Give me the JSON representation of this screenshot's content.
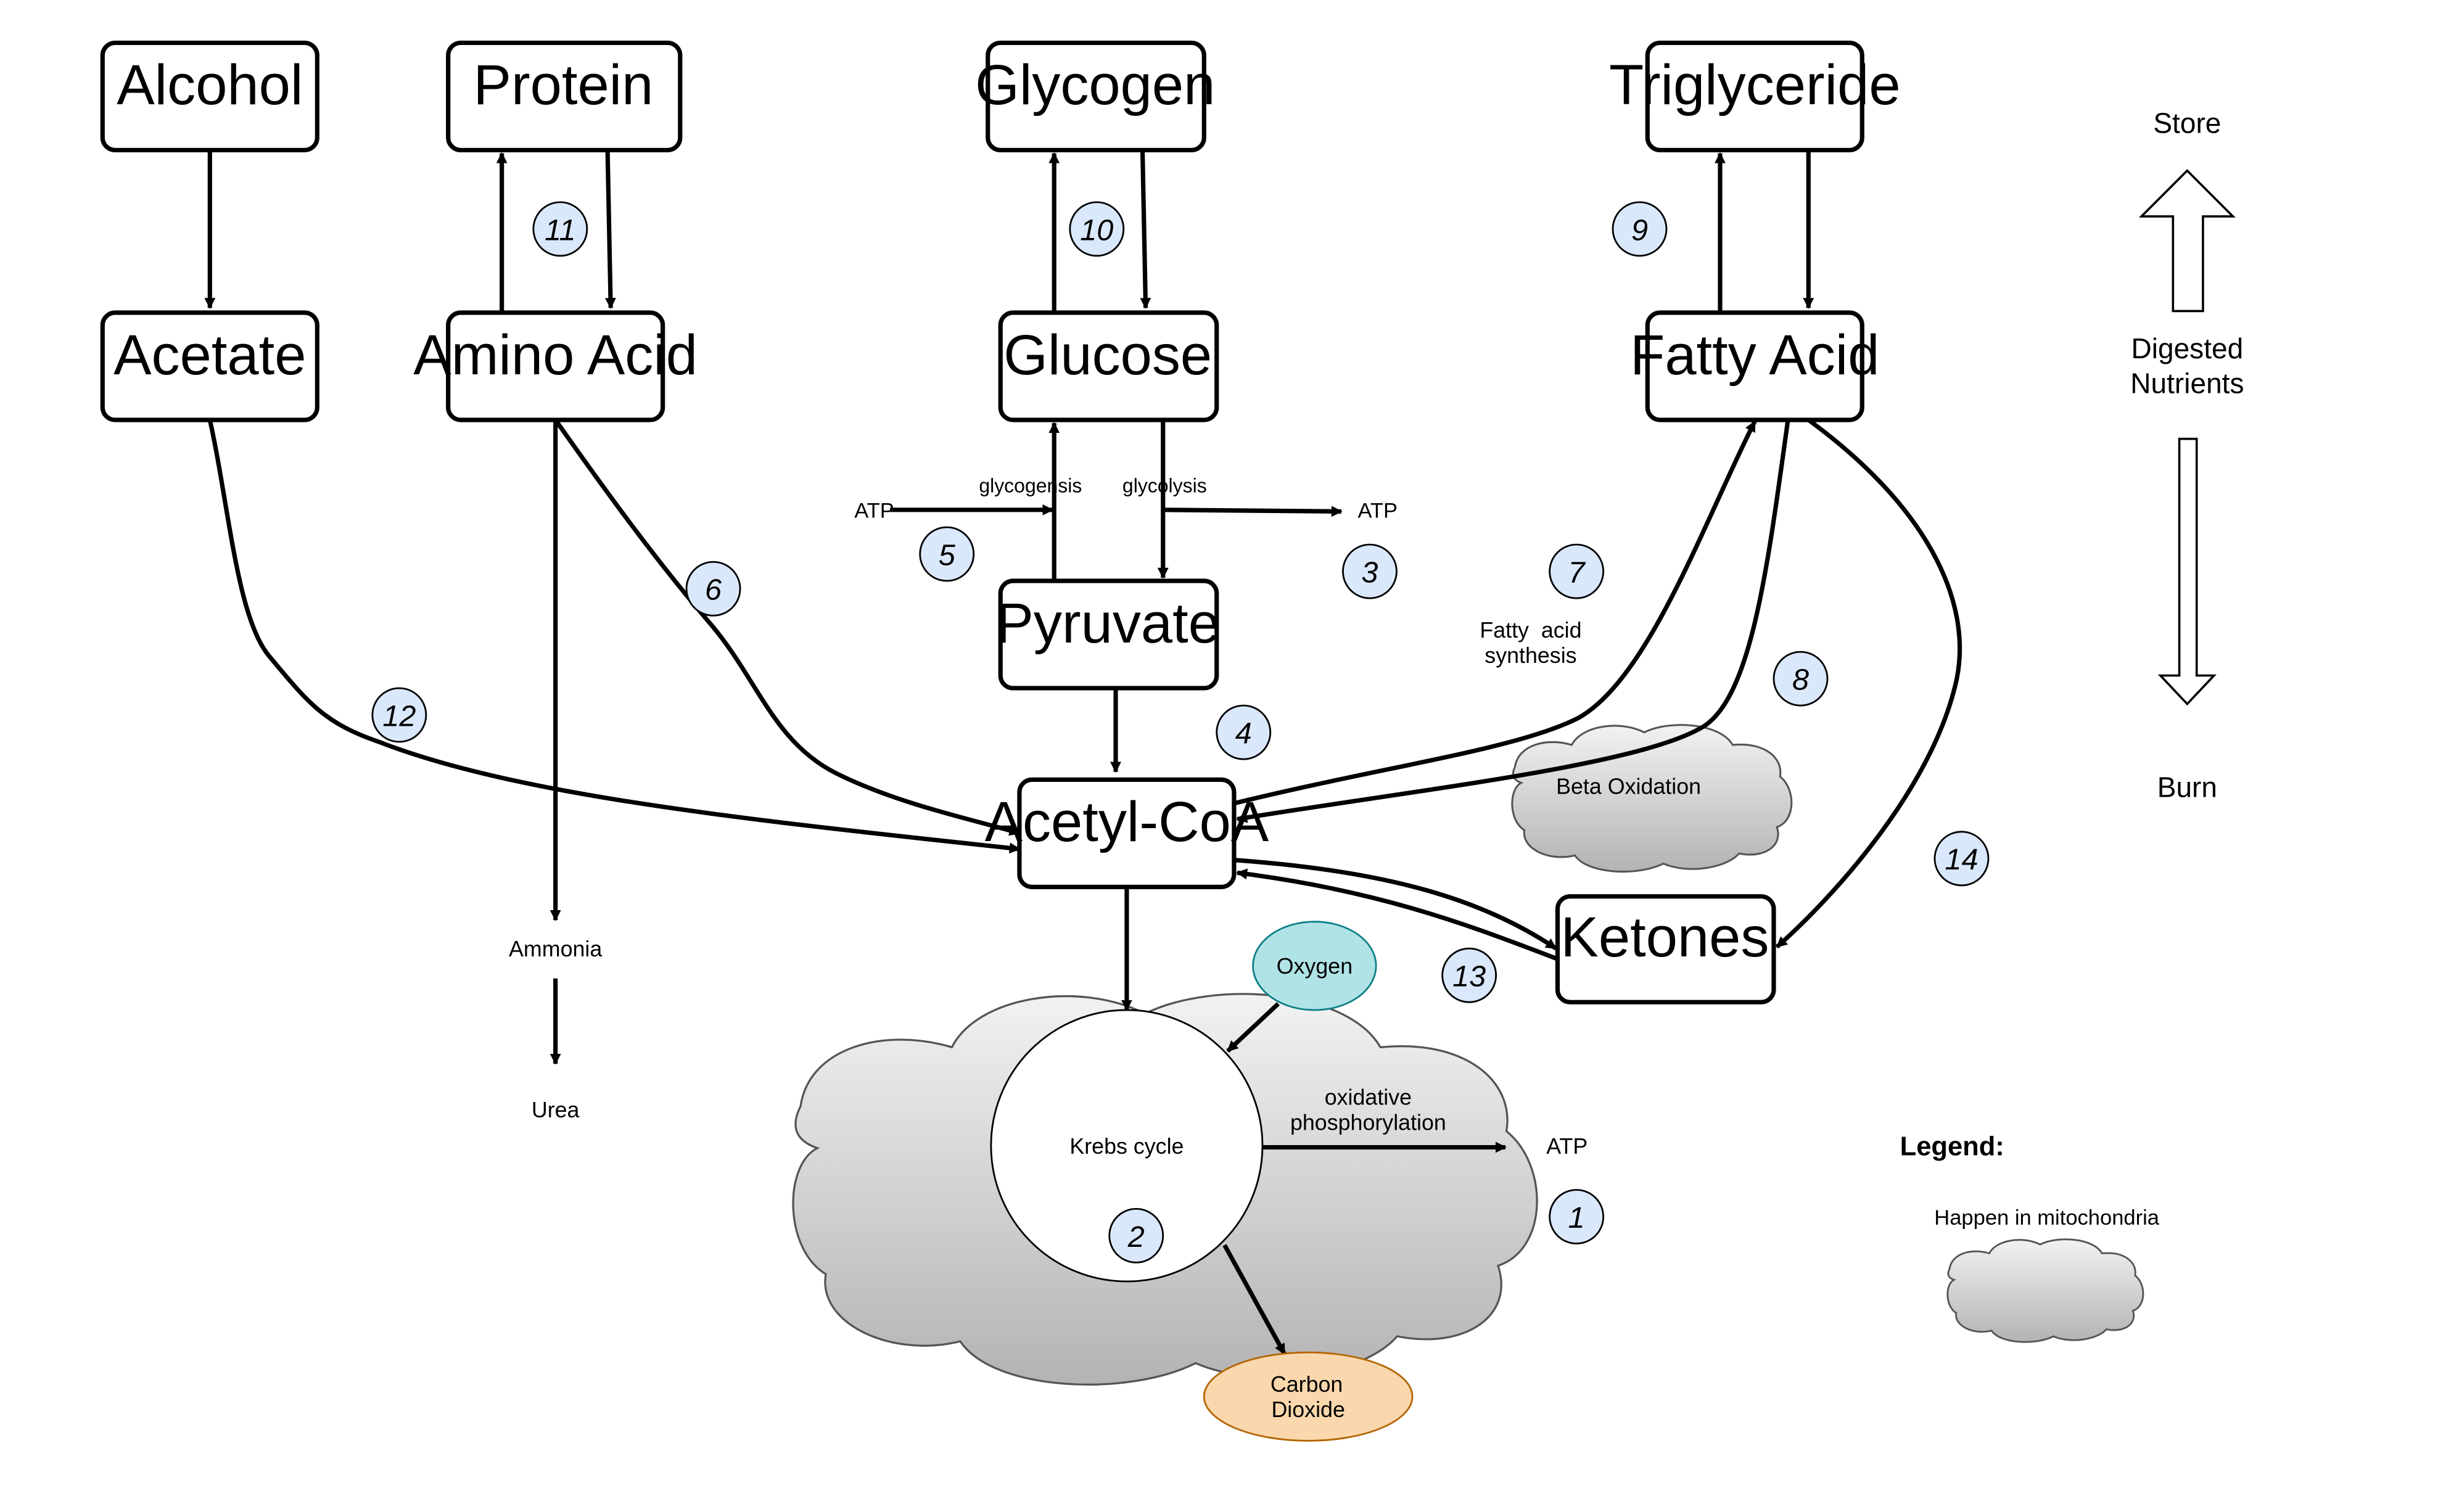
{
  "nodes": {
    "alcohol": "Alcohol",
    "protein": "Protein",
    "glycogen": "Glycogen",
    "triglyceride": "Triglyceride",
    "acetate": "Acetate",
    "amino_acid": "Amino Acid",
    "glucose": "Glucose",
    "fatty_acid": "Fatty Acid",
    "pyruvate": "Pyruvate",
    "acetyl_coa": "Acetyl-CoA",
    "ketones": "Ketones",
    "ammonia": "Ammonia",
    "urea": "Urea",
    "krebs_cycle": "Krebs cycle",
    "oxygen": "Oxygen",
    "carbon_dioxide_1": "Carbon",
    "carbon_dioxide_2": "Dioxide",
    "beta_oxidation": "Beta Oxidation"
  },
  "labels": {
    "atp_left": "ATP",
    "atp_right": "ATP",
    "atp_krebs": "ATP",
    "glycogensis": "glycogensis",
    "glycolysis": "glycolysis",
    "fatty_acid_synthesis_1": "Fatty  acid",
    "fatty_acid_synthesis_2": "synthesis",
    "oxidative_phosphorylation_1": "oxidative",
    "oxidative_phosphorylation_2": "phosphorylation"
  },
  "side_panel": {
    "store": "Store",
    "digested_1": "Digested",
    "digested_2": "Nutrients",
    "burn": "Burn"
  },
  "legend": {
    "title": "Legend:",
    "mitochondria": "Happen in mitochondria"
  },
  "badges": [
    "1",
    "2",
    "3",
    "4",
    "5",
    "6",
    "7",
    "8",
    "9",
    "10",
    "11",
    "12",
    "13",
    "14"
  ],
  "colors": {
    "badge_fill": "#dae8fc",
    "oxygen_fill": "#b0e3e6",
    "oxygen_stroke": "#0e8088",
    "co2_fill": "#fad7ac",
    "co2_stroke": "#b46504",
    "cloud_top": "#f2f2f2",
    "cloud_bottom": "#b3b3b3"
  }
}
